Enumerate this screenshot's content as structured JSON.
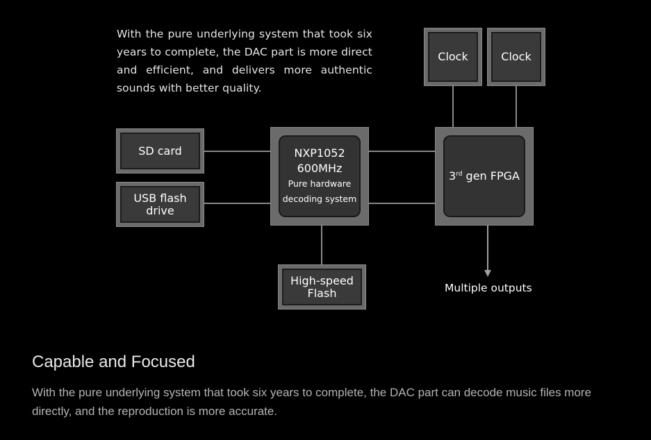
{
  "intro_text": "With the pure underlying system that took six years to complete, the DAC part is more direct and efficient, and delivers more authentic sounds with better quality.",
  "diagram": {
    "sd_card": "SD card",
    "usb_line1": "USB flash",
    "usb_line2": "drive",
    "chip_line1": "NXP1052",
    "chip_line2": "600MHz",
    "chip_line3": "Pure hardware",
    "chip_line4": "decoding system",
    "flash_line1": "High-speed",
    "flash_line2": "Flash",
    "clock_1": "Clock",
    "clock_2": "Clock",
    "fpga_ordinal": "3",
    "fpga_suffix": "rd",
    "fpga_rest": " gen FPGA",
    "outputs": "Multiple outputs"
  },
  "section": {
    "title": "Capable and Focused",
    "body": "With the pure underlying system that took six years to complete, the DAC part can decode music files more directly, and the reproduction is more accurate."
  }
}
